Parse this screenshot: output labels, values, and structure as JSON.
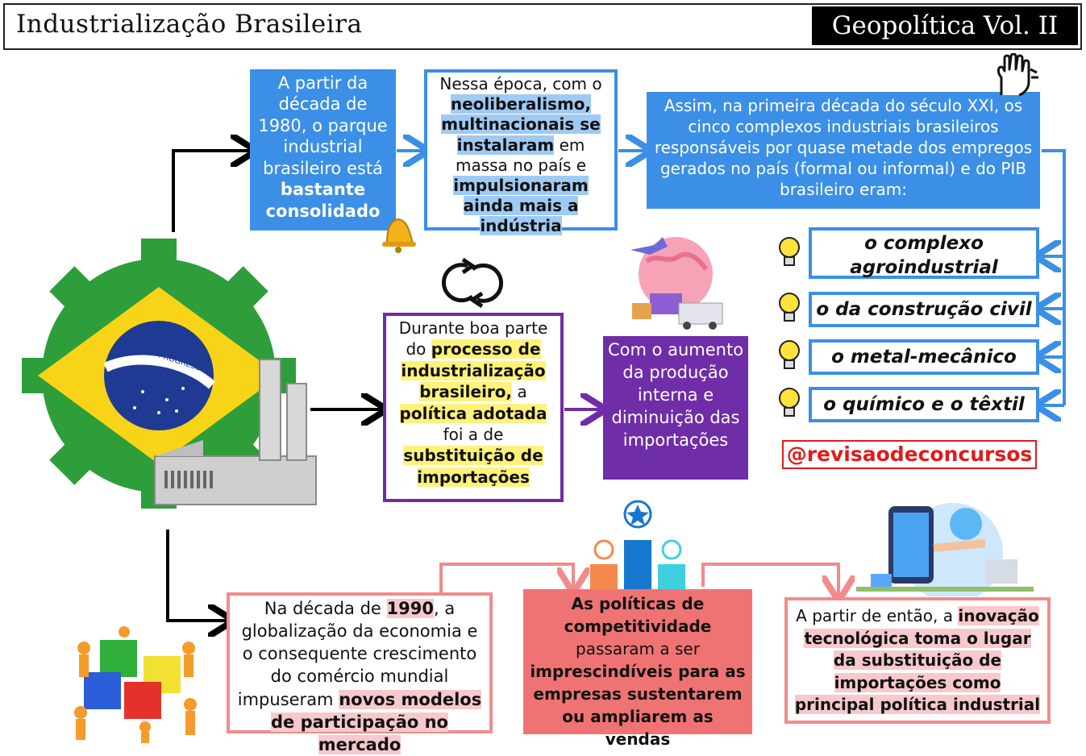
{
  "header": {
    "title": "Industrialização Brasileira",
    "badge": "Geopolítica Vol. II"
  },
  "box1": {
    "line1": "A partir da década de 1980, o parque industrial brasileiro está ",
    "bold": "bastante consolidado"
  },
  "box2": {
    "t1": "Nessa época, com o ",
    "h1": "neoliberalismo, multinacionais se instalaram",
    "t2": " em massa no país e ",
    "h2": "impulsionaram ainda mais a indústria"
  },
  "box3": {
    "text": "Assim, na primeira década do século XXI, os cinco complexos industriais brasileiros responsáveis por quase metade dos empregos gerados no país (formal ou informal) e do PIB brasileiro eram:"
  },
  "industries": [
    "o complexo agroindustrial",
    "o da construção civil",
    "o metal-mecânico",
    "o químico e o têxtil"
  ],
  "handle": "@revisaodeconcursos",
  "box4": {
    "t1": "Durante boa parte do ",
    "h1": "processo de industrialização brasileiro,",
    "t2": " a ",
    "h2": "política adotada",
    "t3": " foi a de ",
    "h3": "substituição de importações"
  },
  "box5": {
    "text": "Com o aumento da produção interna e diminuição das importações"
  },
  "box6": {
    "t1": "Na década de ",
    "h1": "1990",
    "t2": ", a globalização da economia e o consequente crescimento do comércio mundial impuseram ",
    "h2": "novos modelos de participação no mercado"
  },
  "box7": {
    "b1": "As políticas de competitividade",
    "t1": " passaram a ser ",
    "b2": "imprescindíveis para as empresas sustentarem ou ampliarem as vendas"
  },
  "box8": {
    "t1": "A partir de então, a ",
    "h1": "inovação tecnológica toma o lugar da substituição de importações como principal política industrial"
  },
  "flag": {
    "banner": "ORDEM E PROGRESSO"
  },
  "colors": {
    "blue": "#3b8fe6",
    "purple": "#6f2da8",
    "red": "#f07373",
    "green": "#2e9e3a",
    "yellow": "#f7d417",
    "navy": "#1f3a93"
  }
}
